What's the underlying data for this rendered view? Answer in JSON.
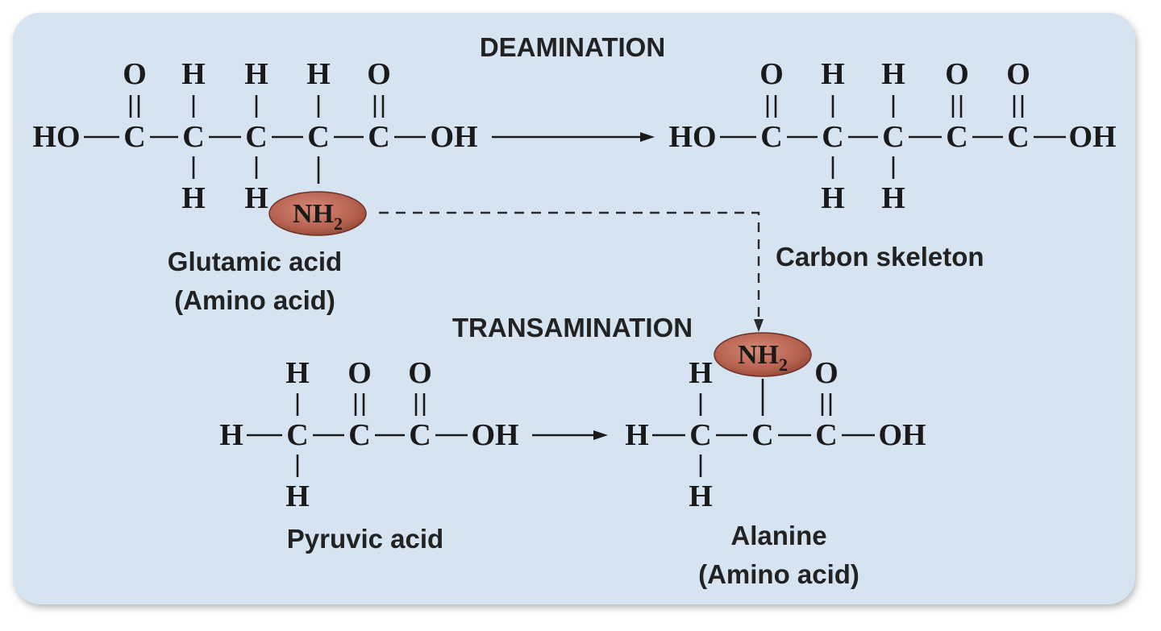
{
  "section_titles": {
    "deamination": "DEAMINATION",
    "transamination": "TRANSAMINATION"
  },
  "labels": {
    "glutamic_name": "Glutamic acid",
    "glutamic_class": "(Amino acid)",
    "carbon_skeleton": "Carbon skeleton",
    "pyruvic_name": "Pyruvic acid",
    "alanine_name": "Alanine",
    "alanine_class": "(Amino acid)"
  },
  "atoms": {
    "HO": "HO",
    "OH": "OH",
    "C": "C",
    "H": "H",
    "O": "O",
    "NH": "NH",
    "two": "2"
  },
  "colors": {
    "panel_bg": "#d6e4f1",
    "amine_oval": "#b4604e",
    "text": "#1a1a1a"
  }
}
